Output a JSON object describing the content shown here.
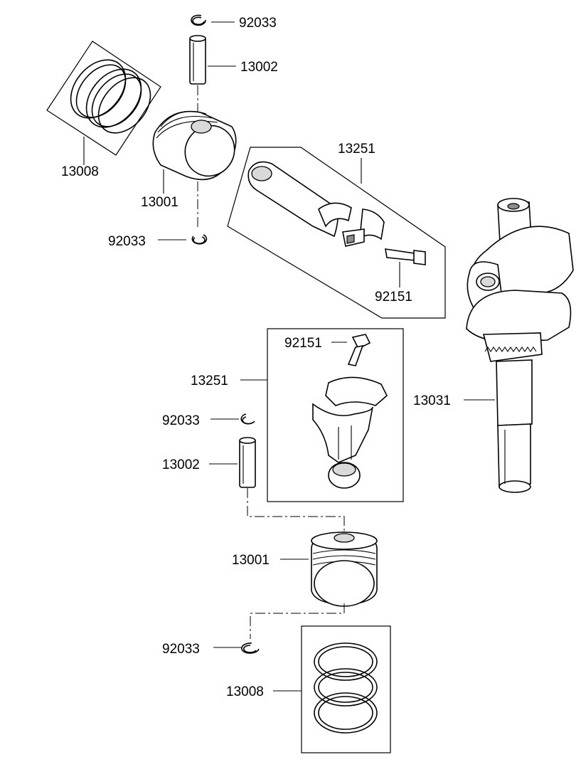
{
  "labels": {
    "clip_top": "92033",
    "pin_top": "13002",
    "rings_top": "13008",
    "piston_top": "13001",
    "clip_mid_left": "92033",
    "conrod_top": "13251",
    "bolt_top": "92151",
    "bolt_mid": "92151",
    "conrod_mid": "13251",
    "clip_mid": "92033",
    "pin_mid": "13002",
    "crankshaft": "13031",
    "piston_bottom": "13001",
    "clip_bottom": "92033",
    "rings_bottom": "13008"
  }
}
